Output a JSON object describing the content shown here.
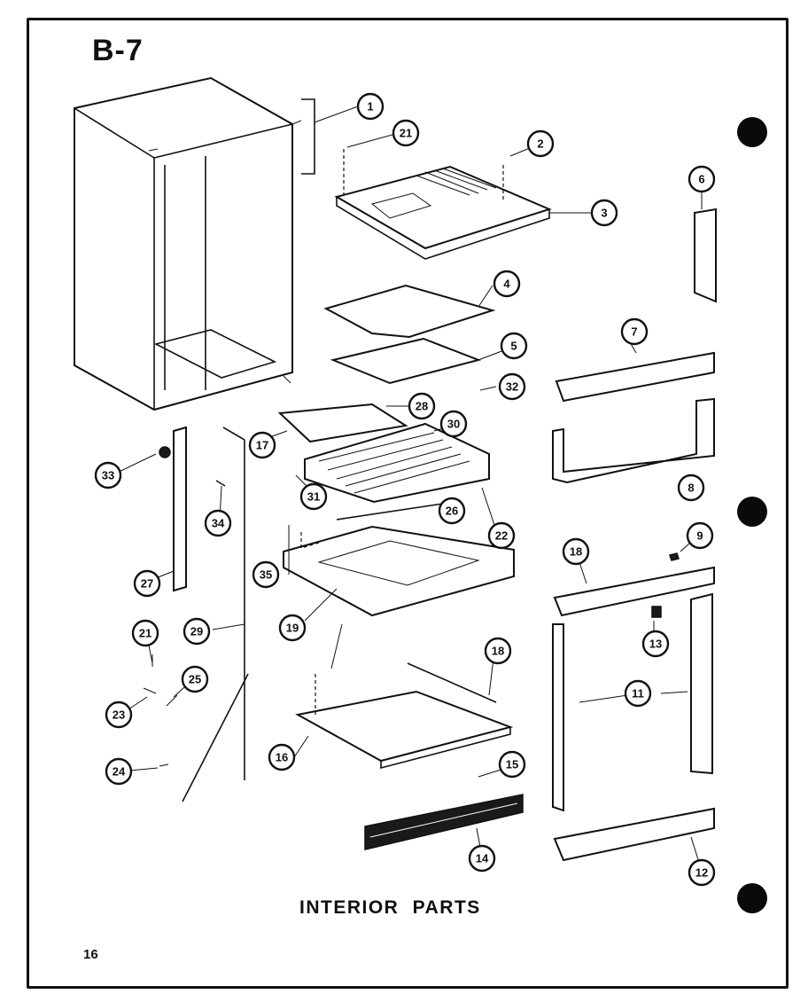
{
  "header": {
    "section_code": "B-7"
  },
  "footer": {
    "caption": "INTERIOR PARTS",
    "page_number": "16"
  },
  "callouts": [
    "1",
    "21",
    "2",
    "3",
    "6",
    "4",
    "5",
    "7",
    "32",
    "28",
    "17",
    "30",
    "33",
    "31",
    "34",
    "8",
    "26",
    "22",
    "9",
    "35",
    "27",
    "18",
    "18",
    "19",
    "13",
    "29",
    "21",
    "25",
    "11",
    "23",
    "16",
    "15",
    "24",
    "14",
    "12"
  ]
}
